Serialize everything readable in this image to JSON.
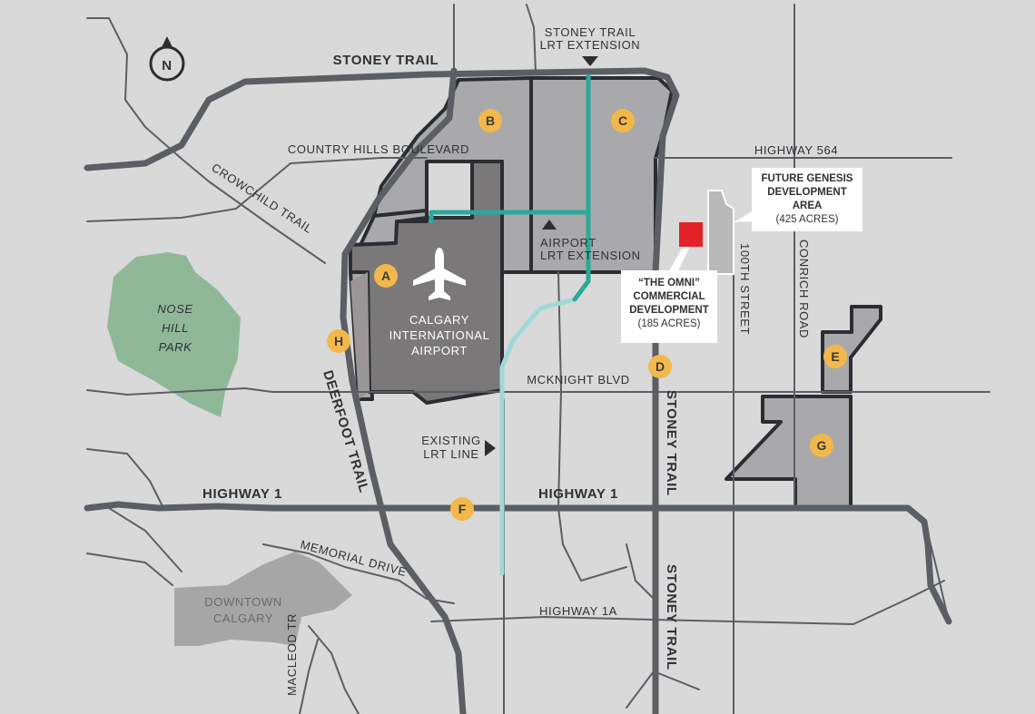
{
  "compass": "N",
  "roads": {
    "stoney_trail_top": "STONEY TRAIL",
    "country_hills": "COUNTRY HILLS BOULEVARD",
    "highway_564": "HIGHWAY 564",
    "crowchild": "CROWCHILD TRAIL",
    "deerfoot": "DEERFOOT TRAIL",
    "mcknight": "MCKNIGHT BLVD",
    "highway1_left": "HIGHWAY 1",
    "highway1_right": "HIGHWAY 1",
    "memorial": "MEMORIAL DRIVE",
    "macleod": "MACLEOD TR",
    "highway1a": "HIGHWAY 1A",
    "stoney_trail_mid": "STONEY TRAIL",
    "stoney_trail_low": "STONEY TRAIL",
    "street_100th": "100TH STREET",
    "conrich": "CONRICH ROAD"
  },
  "places": {
    "nose_hill": [
      "NOSE",
      "HILL",
      "PARK"
    ],
    "downtown": [
      "DOWNTOWN",
      "CALGARY"
    ],
    "airport": [
      "CALGARY",
      "INTERNATIONAL",
      "AIRPORT"
    ]
  },
  "lrt": {
    "stoney_ext": [
      "STONEY TRAIL",
      "LRT EXTENSION"
    ],
    "airport_ext": [
      "AIRPORT",
      "LRT EXTENSION"
    ],
    "existing": [
      "EXISTING",
      "LRT LINE"
    ]
  },
  "callouts": {
    "genesis": {
      "line1": "FUTURE GENESIS",
      "line2": "DEVELOPMENT",
      "line3": "AREA",
      "acres": "(425 ACRES)"
    },
    "omni": {
      "line1": "“THE OMNI”",
      "line2": "COMMERCIAL",
      "line3": "DEVELOPMENT",
      "acres": "(185 ACRES)"
    }
  },
  "markers": [
    "A",
    "B",
    "C",
    "D",
    "E",
    "F",
    "G",
    "H"
  ],
  "colors": {
    "background": "#d9d9d9",
    "road": "#5b5e63",
    "area": "#a9a9ab",
    "airport": "#7b787a",
    "outline": "#2b2d33",
    "lrt_existing": "#9fd9d6",
    "lrt_extension": "#2aa99b",
    "park": "#8fb898",
    "downtown": "#a6a6a6",
    "marker": "#f2b84b",
    "omni": "#e32227"
  }
}
